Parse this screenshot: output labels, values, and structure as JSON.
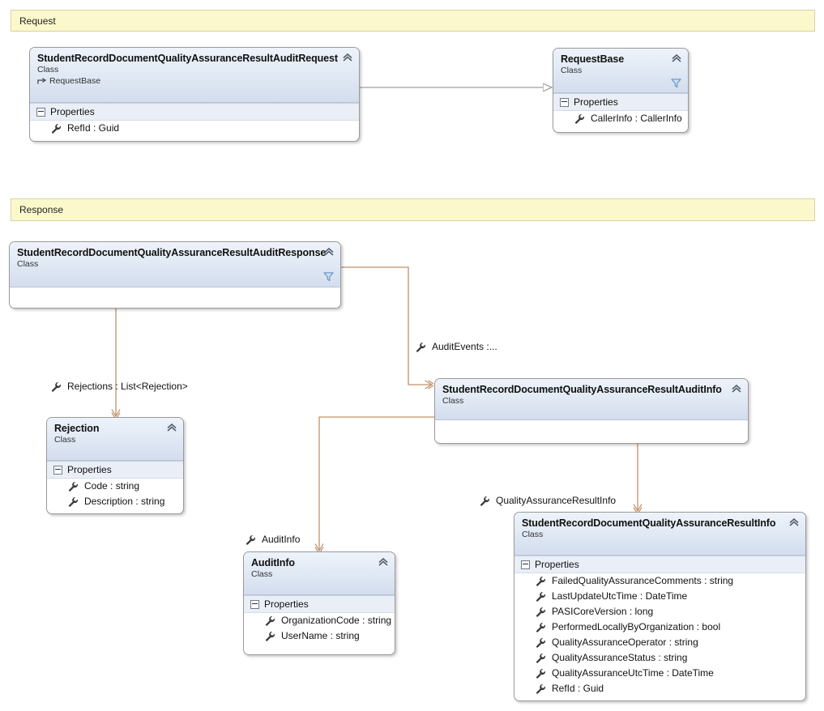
{
  "diagram": {
    "type": "uml-class-diagram",
    "background": "#ffffff",
    "colors": {
      "banner_fill": "#fbf8cc",
      "banner_border": "#d7d3a0",
      "class_header_gradient_top": "#eef3fa",
      "class_header_gradient_bottom": "#d3ddee",
      "class_border": "#9a9a9a",
      "association_line": "#c0906a",
      "inheritance_line": "#8a8a8a",
      "funnel_icon": "#5b8bbf",
      "wrench_icon": "#3a3a3a"
    }
  },
  "banners": [
    {
      "label": "Request"
    },
    {
      "label": "Response"
    }
  ],
  "classes": {
    "request": {
      "name": "StudentRecordDocumentQualityAssuranceResultAuditRequest",
      "stereotype": "Class",
      "base": "RequestBase",
      "section_label": "Properties",
      "members": [
        {
          "name": "RefId : Guid"
        }
      ]
    },
    "request_base": {
      "name": "RequestBase",
      "stereotype": "Class",
      "section_label": "Properties",
      "members": [
        {
          "name": "CallerInfo : CallerInfo"
        }
      ]
    },
    "response": {
      "name": "StudentRecordDocumentQualityAssuranceResultAuditResponse",
      "stereotype": "Class",
      "members": []
    },
    "rejection": {
      "name": "Rejection",
      "stereotype": "Class",
      "section_label": "Properties",
      "members": [
        {
          "name": "Code : string"
        },
        {
          "name": "Description : string"
        }
      ]
    },
    "audit_info_result": {
      "name": "StudentRecordDocumentQualityAssuranceResultAuditInfo",
      "stereotype": "Class",
      "members": []
    },
    "audit_info": {
      "name": "AuditInfo",
      "stereotype": "Class",
      "section_label": "Properties",
      "members": [
        {
          "name": "OrganizationCode : string"
        },
        {
          "name": "UserName : string"
        }
      ]
    },
    "qa_result_info": {
      "name": "StudentRecordDocumentQualityAssuranceResultInfo",
      "stereotype": "Class",
      "section_label": "Properties",
      "members": [
        {
          "name": "FailedQualityAssuranceComments : string"
        },
        {
          "name": "LastUpdateUtcTime : DateTime"
        },
        {
          "name": "PASICoreVersion : long"
        },
        {
          "name": "PerformedLocallyByOrganization : bool"
        },
        {
          "name": "QualityAssuranceOperator : string"
        },
        {
          "name": "QualityAssuranceStatus : string"
        },
        {
          "name": "QualityAssuranceUtcTime : DateTime"
        },
        {
          "name": "RefId : Guid"
        }
      ]
    }
  },
  "connector_labels": [
    {
      "id": "rejections",
      "text": "Rejections : List<Rejection>"
    },
    {
      "id": "audit_events",
      "text": "AuditEvents :..."
    },
    {
      "id": "audit_info",
      "text": "AuditInfo"
    },
    {
      "id": "qa_result_info",
      "text": "QualityAssuranceResultInfo"
    }
  ],
  "relationships": [
    {
      "from": "request",
      "to": "request_base",
      "kind": "inheritance"
    },
    {
      "from": "response",
      "to": "rejection",
      "kind": "association",
      "label": "Rejections : List<Rejection>"
    },
    {
      "from": "response",
      "to": "audit_info_result",
      "kind": "association",
      "label": "AuditEvents :..."
    },
    {
      "from": "audit_info_result",
      "to": "audit_info",
      "kind": "association",
      "label": "AuditInfo"
    },
    {
      "from": "audit_info_result",
      "to": "qa_result_info",
      "kind": "association",
      "label": "QualityAssuranceResultInfo"
    }
  ]
}
